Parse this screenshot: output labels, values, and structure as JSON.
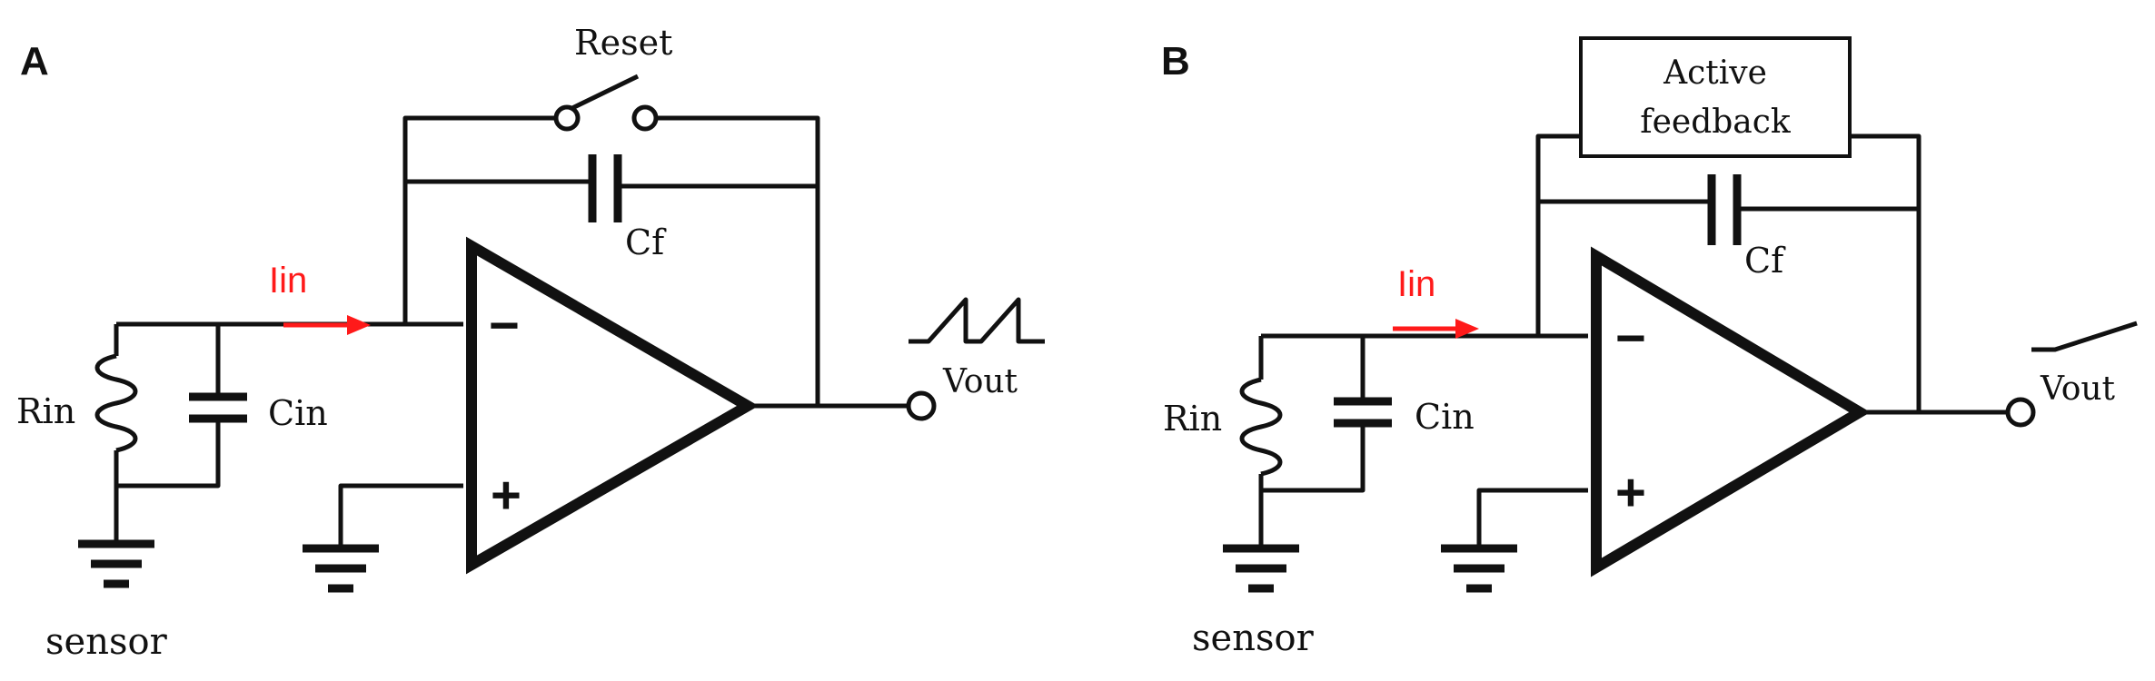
{
  "panels": [
    {
      "label": "A",
      "reset": "Reset",
      "current": "Iin",
      "minus": "−",
      "plus": "+",
      "rin": "Rin",
      "cin": "Cin",
      "cf": "Cf",
      "vout": "Vout",
      "sensor": "sensor"
    },
    {
      "label": "B",
      "feedback_line1": "Active",
      "feedback_line2": "feedback",
      "current": "Iin",
      "minus": "−",
      "plus": "+",
      "rin": "Rin",
      "cin": "Cin",
      "cf": "Cf",
      "vout": "Vout",
      "sensor": "sensor"
    }
  ],
  "colors": {
    "wire": "#111111",
    "current_arrow": "#ff1a1a"
  }
}
